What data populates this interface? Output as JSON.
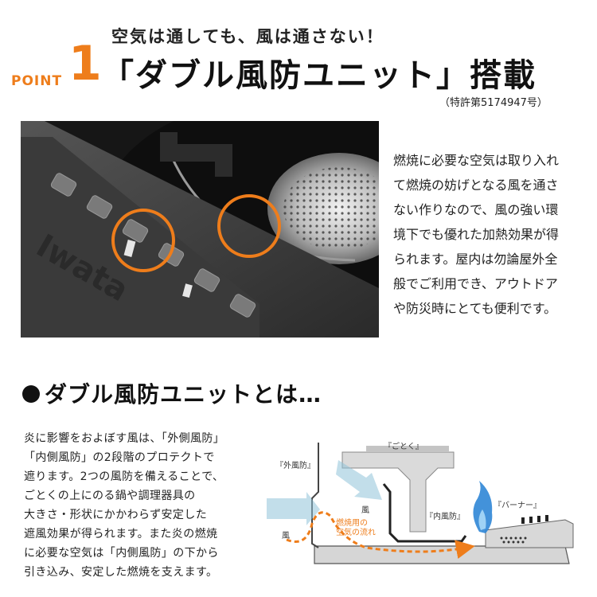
{
  "header": {
    "subtitle": "空気は通しても、風は通さない！",
    "point_label": "POINT",
    "point_number": "1",
    "headline": "「ダブル風防ユニット」搭載",
    "patent": "（特許第5174947号）"
  },
  "photo": {
    "brand_text": "Iwata"
  },
  "description": {
    "lines": [
      "燃焼に必要な空気は取り入れ",
      "て燃焼の妨げとなる風を通さ",
      "ない作りなので、風の強い環",
      "境下でも優れた加熱効果が得",
      "られます。屋内は勿論屋外全",
      "般でご利用でき、アウトドア",
      "や防災時にとても便利です。"
    ]
  },
  "section": {
    "title": "ダブル風防ユニットとは…"
  },
  "body": {
    "lines": [
      "炎に影響をおよぼす風は、「外側風防」",
      "「内側風防」の2段階のプロテクトで",
      "遮ります。2つの風防を備えることで、",
      "ごとくの上にのる鍋や調理器具の",
      "大きさ・形状にかかわらず安定した",
      "遮風効果が得られます。また炎の燃焼",
      "に必要な空気は「内側風防」の下から",
      "引き込み、安定した燃焼を支えます。"
    ]
  },
  "diagram": {
    "outer_windscreen": "『外風防』",
    "gotoku": "『ごとく』",
    "inner_windscreen": "『内風防』",
    "burner": "『バーナー』",
    "wind_upper": "風",
    "wind_lower": "風",
    "airflow_line1": "燃焼用の",
    "airflow_line2": "空気の流れ"
  },
  "colors": {
    "accent_orange": "#ee7d1b",
    "wind_blue": "#8fc3d8",
    "flame_blue": "#2f86d6"
  }
}
